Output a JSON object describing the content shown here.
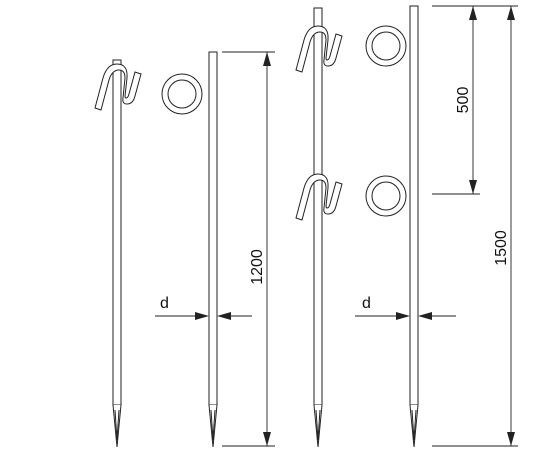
{
  "dimensions": {
    "short_stake_length": "1200",
    "long_stake_length": "1500",
    "hook_spacing": "500",
    "diameter_left": "d",
    "diameter_right": "d"
  }
}
